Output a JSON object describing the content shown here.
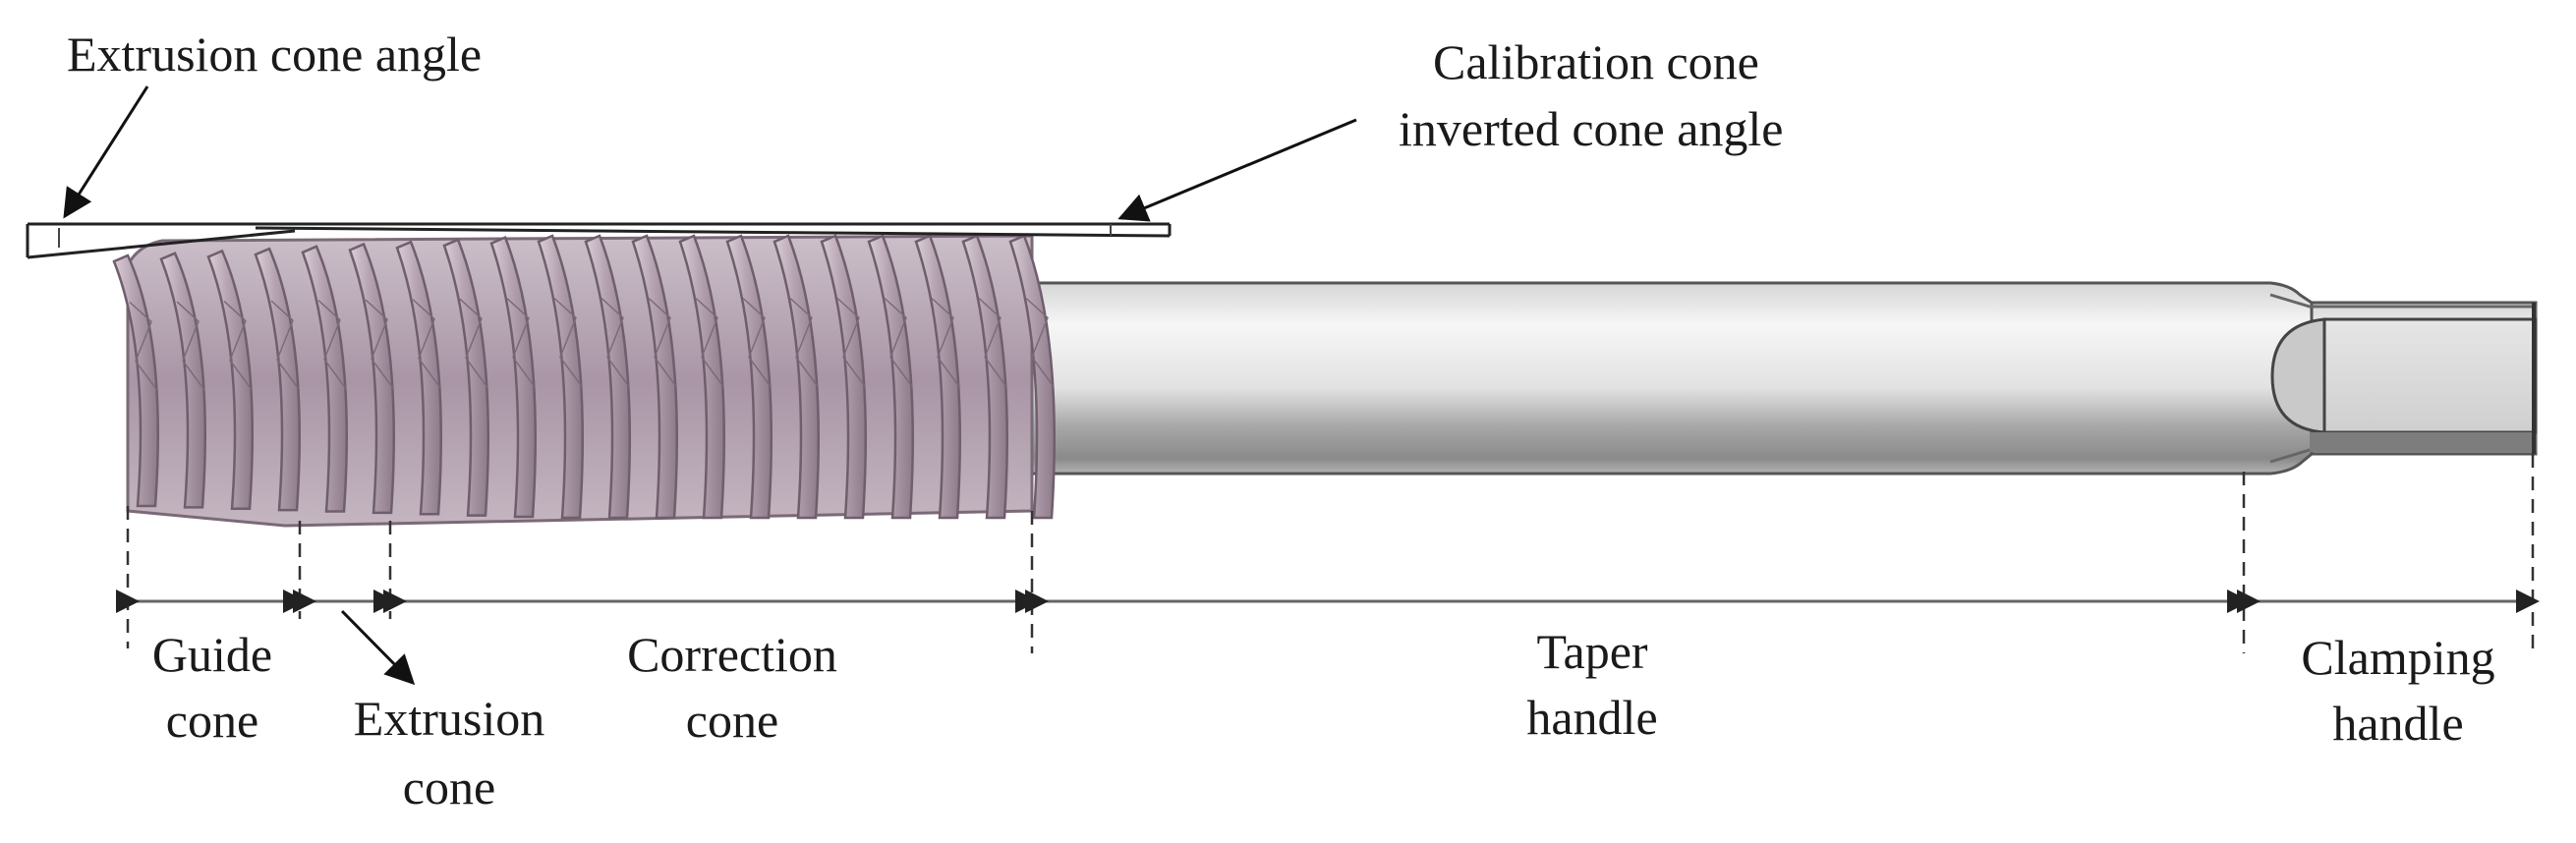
{
  "callouts": {
    "extrusion_cone_angle": "Extrusion cone angle",
    "calibration_line1": "Calibration cone",
    "calibration_line2": "inverted cone angle"
  },
  "sections": {
    "guide": [
      "Guide",
      "cone"
    ],
    "extrusion": [
      "Extrusion",
      "cone"
    ],
    "correction": [
      "Correction",
      "cone"
    ],
    "taper": [
      "Taper",
      "handle"
    ],
    "clamping": [
      "Clamping",
      "handle"
    ]
  },
  "colors": {
    "thread": "#b9a8b5",
    "thread_edge": "#6f5e6c",
    "shank_light": "#f4f4f4",
    "shank_dark": "#8f8f8f",
    "line": "#222222"
  }
}
